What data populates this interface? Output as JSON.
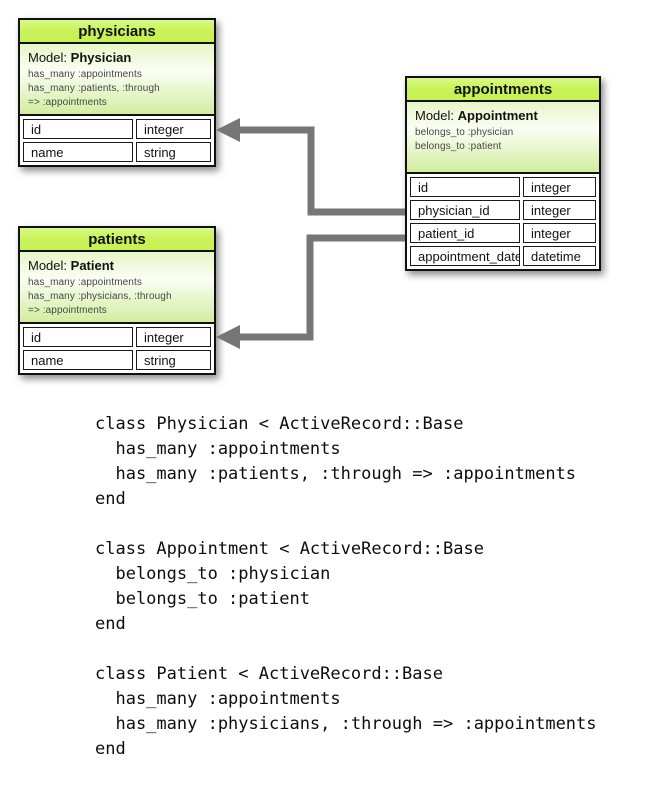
{
  "colors": {
    "header_green": "#c9f35a",
    "model_section_green": "#d2eda0",
    "arrow_gray": "#767676",
    "border_black": "#101010"
  },
  "tables": [
    {
      "title": "physicians",
      "model_label": "Model:",
      "model_name": "Physician",
      "associations": [
        "has_many :appointments",
        "has_many :patients, :through",
        "=> :appointments"
      ],
      "rows": [
        {
          "field": "id",
          "type": "integer"
        },
        {
          "field": "name",
          "type": "string"
        }
      ]
    },
    {
      "title": "appointments",
      "model_label": "Model:",
      "model_name": "Appointment",
      "associations": [
        "belongs_to :physician",
        "belongs_to :patient"
      ],
      "rows": [
        {
          "field": "id",
          "type": "integer"
        },
        {
          "field": "physician_id",
          "type": "integer"
        },
        {
          "field": "patient_id",
          "type": "integer"
        },
        {
          "field": "appointment_date",
          "type": "datetime"
        }
      ]
    },
    {
      "title": "patients",
      "model_label": "Model:",
      "model_name": "Patient",
      "associations": [
        "has_many :appointments",
        "has_many :physicians, :through",
        "=> :appointments"
      ],
      "rows": [
        {
          "field": "id",
          "type": "integer"
        },
        {
          "field": "name",
          "type": "string"
        }
      ]
    }
  ],
  "code": {
    "blocks": [
      {
        "lines": [
          "class Physician < ActiveRecord::Base",
          "  has_many :appointments",
          "  has_many :patients, :through => :appointments",
          "end"
        ]
      },
      {
        "lines": [
          "class Appointment < ActiveRecord::Base",
          "  belongs_to :physician",
          "  belongs_to :patient",
          "end"
        ]
      },
      {
        "lines": [
          "class Patient < ActiveRecord::Base",
          "  has_many :appointments",
          "  has_many :physicians, :through => :appointments",
          "end"
        ]
      }
    ]
  }
}
